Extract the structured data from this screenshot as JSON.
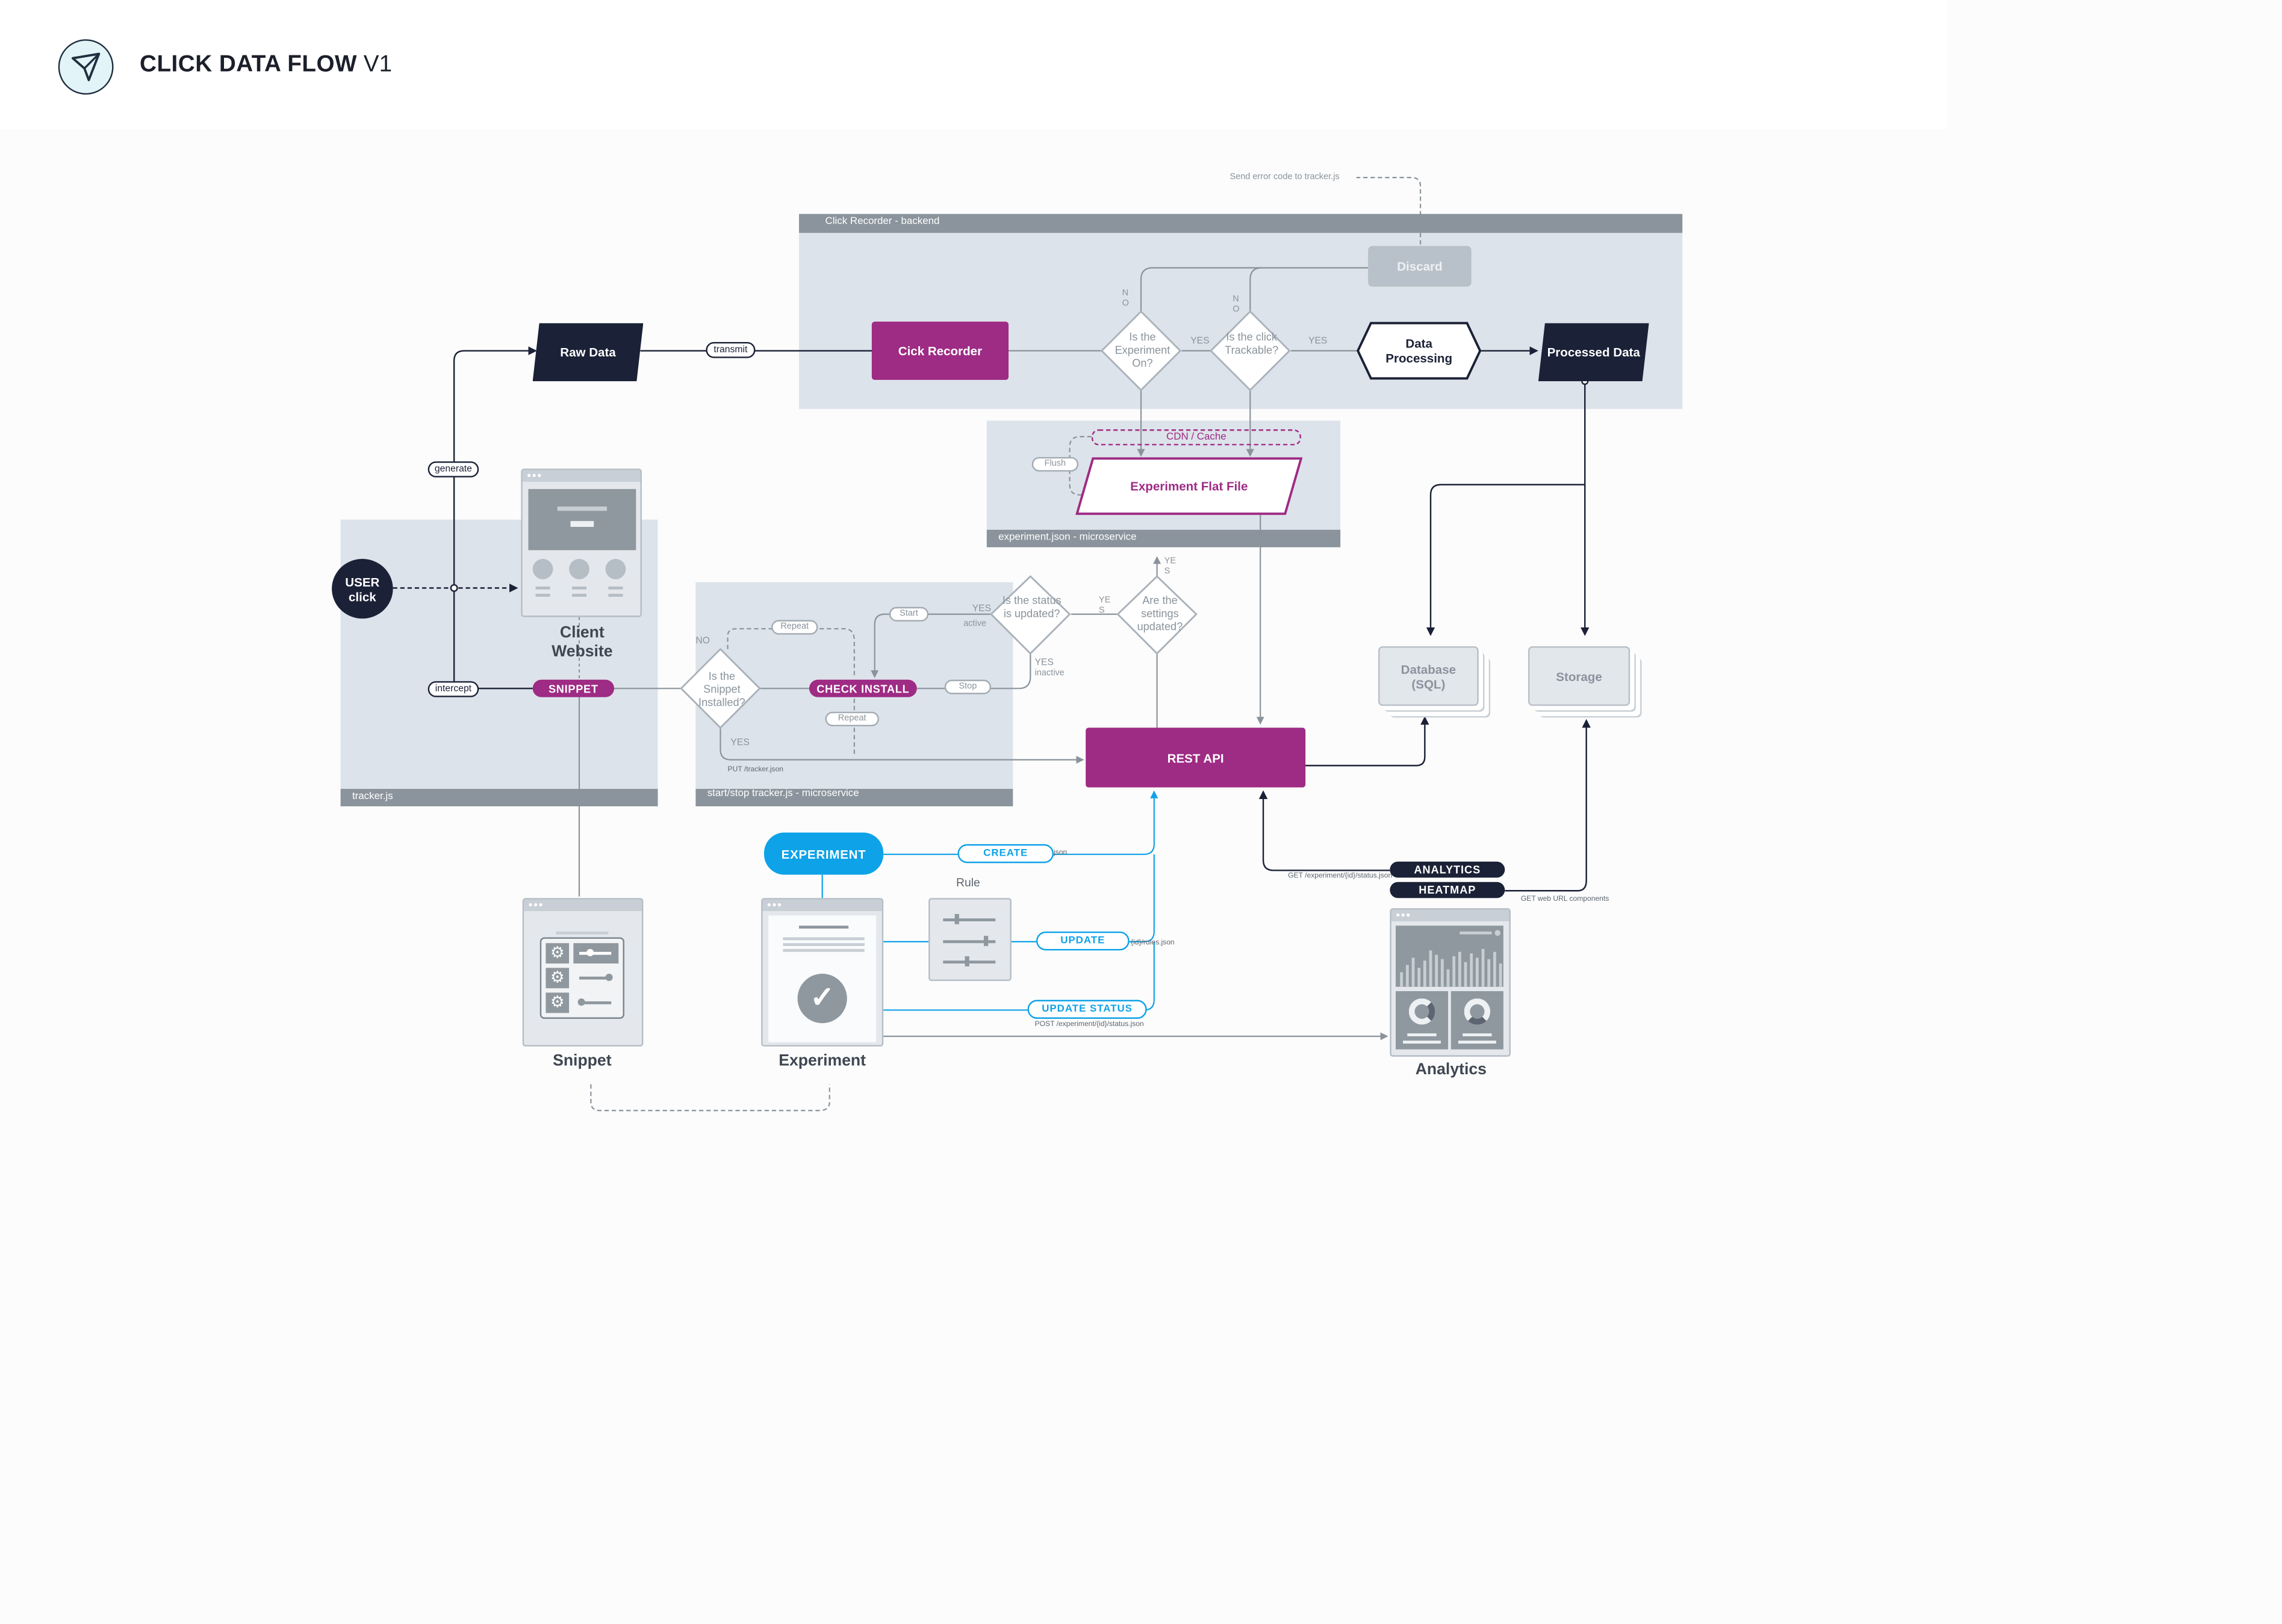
{
  "header": {
    "title_bold": "CLICK DATA FLOW",
    "title_version": "V1"
  },
  "logo": {
    "icon": "paper-plane-icon"
  },
  "colors": {
    "dark": "#1b2136",
    "magenta": "#9e2b84",
    "blue": "#0ea2e8",
    "area": "#dde3ea",
    "area_bar": "#8b949c"
  },
  "areas": {
    "backend": "Click Recorder - backend",
    "microservice": "experiment.json - microservice",
    "tracker": "tracker.js",
    "startstop": "start/stop tracker.js - microservice"
  },
  "nodes": {
    "raw_data": "Raw Data",
    "click_recorder": "Cick Recorder",
    "discard": "Discard",
    "data_processing": "Data Processing",
    "processed_data": "Processed Data",
    "flat_file": "Experiment Flat File",
    "cdn": "CDN / Cache",
    "flush": "Flush",
    "rest_api": "REST API",
    "database": "Database (SQL)",
    "storage": "Storage",
    "user_click_1": "USER",
    "user_click_2": "click",
    "snippet_pill": "SNIPPET",
    "check_install": "CHECK INSTALL",
    "experiment_pill": "EXPERIMENT",
    "analytics_pill": "ANALYTICS",
    "heatmap_pill": "HEATMAP"
  },
  "diamonds": {
    "exp_on": "Is the Experiment On?",
    "trackable": "Is the click Trackable?",
    "status_updated": "Is the status is updated?",
    "settings_updated": "Are the settings updated?",
    "snippet_installed": "Is the Snippet Installed?"
  },
  "labels": {
    "transmit": "transmit",
    "generate": "generate",
    "intercept": "intercept",
    "send_error": "Send error code to tracker.js",
    "no_1": "N O",
    "no_2": "N O",
    "yes_1": "YES",
    "yes_2": "YES",
    "yes_s_1": "YE S",
    "yes_s_2": "YE S",
    "no_3": "NO",
    "yes_3": "YES",
    "yes_active": "YES",
    "active": "active",
    "yes_inactive": "YES",
    "inactive": "inactive",
    "repeat_1": "Repeat",
    "repeat_2": "Repeat",
    "start": "Start",
    "stop": "Stop",
    "put_tracker": "PUT /tracker.json",
    "create": "CREATE",
    "create_suffix": "json",
    "update": "UPDATE",
    "update_suffix": "{id}/rules.json",
    "update_status": "UPDATE STATUS",
    "post_status": "POST /experiment/{id}/status.json",
    "get_status": "GET /experiment/{id}/status.json",
    "get_web": "GET web URL components",
    "rule": "Rule"
  },
  "captions": {
    "client_website_1": "Client",
    "client_website_2": "Website",
    "snippet": "Snippet",
    "experiment": "Experiment",
    "analytics": "Analytics"
  },
  "icons": [
    "paper-plane-icon",
    "gear-icon",
    "check-icon",
    "donut-chart-icon",
    "bar-chart-icon"
  ]
}
